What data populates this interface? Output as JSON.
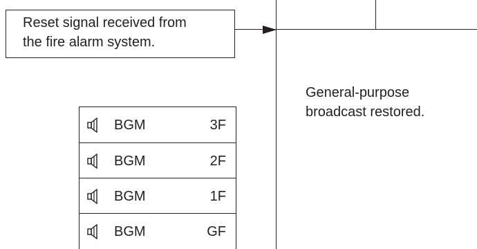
{
  "message": {
    "line1": "Reset signal received from",
    "line2": "the fire alarm system."
  },
  "status": {
    "line1": "General-purpose",
    "line2": "broadcast restored."
  },
  "zones": [
    {
      "icon": "speaker-icon",
      "source": "BGM",
      "floor": "3F"
    },
    {
      "icon": "speaker-icon",
      "source": "BGM",
      "floor": "2F"
    },
    {
      "icon": "speaker-icon",
      "source": "BGM",
      "floor": "1F"
    },
    {
      "icon": "speaker-icon",
      "source": "BGM",
      "floor": "GF"
    }
  ]
}
